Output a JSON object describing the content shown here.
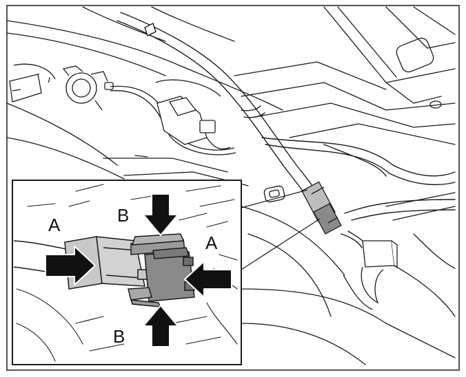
{
  "figure": {
    "callouts": {
      "a_left": "A",
      "a_right": "A",
      "b_top": "B",
      "b_bottom": "B"
    },
    "colors": {
      "line": "#1a1a1a",
      "paper": "#ffffff",
      "connector_body": "#c8c8c8",
      "connector_dark": "#8a8a8a",
      "arrow": "#111111"
    }
  }
}
